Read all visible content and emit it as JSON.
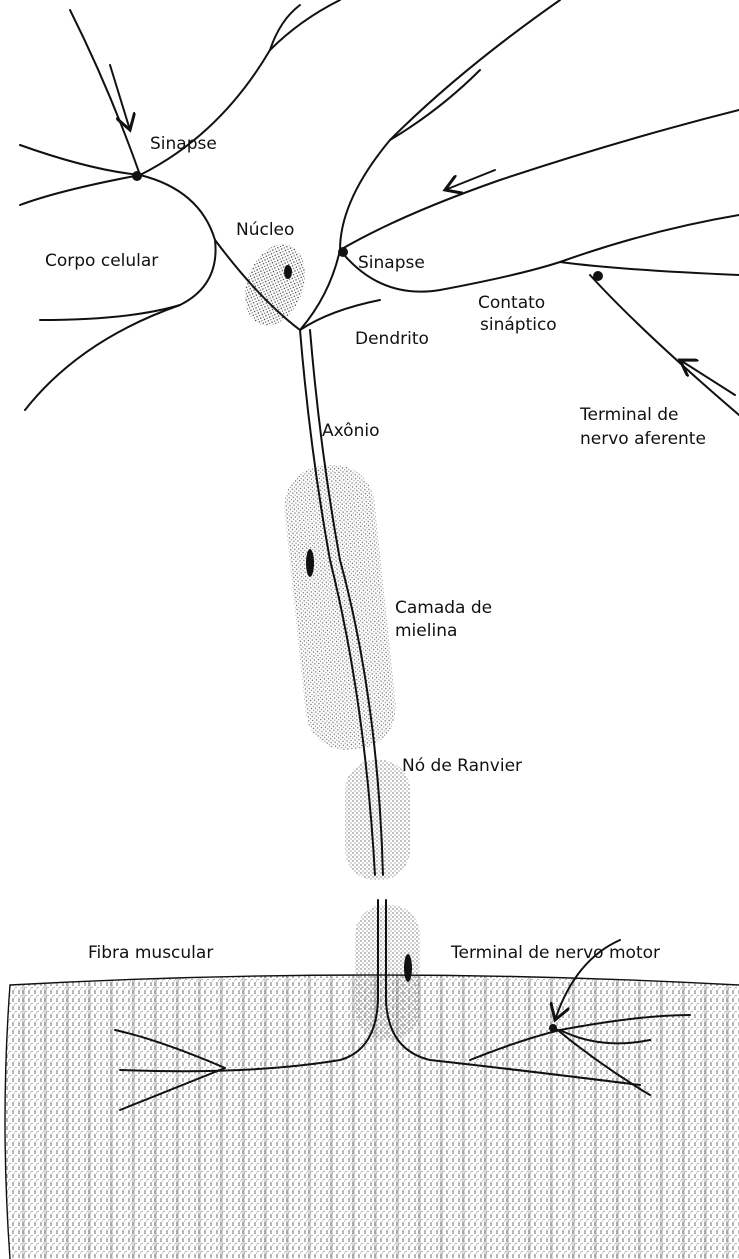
{
  "labels": {
    "sinapse_top": "Sinapse",
    "nucleo": "Núcleo",
    "corpo_celular": "Corpo celular",
    "sinapse_right": "Sinapse",
    "contato_line1": "Contato",
    "contato_line2": "sináptico",
    "dendrito": "Dendrito",
    "axonio": "Axônio",
    "terminal_aferente_line1": "Terminal de",
    "terminal_aferente_line2": "nervo aferente",
    "camada_line1": "Camada de",
    "camada_line2": "mielina",
    "no_ranvier": "Nó de Ranvier",
    "fibra_muscular": "Fibra muscular",
    "terminal_motor": "Terminal de nervo motor"
  },
  "colors": {
    "ink": "#111111",
    "stipple": "#444444",
    "background": "#ffffff"
  }
}
